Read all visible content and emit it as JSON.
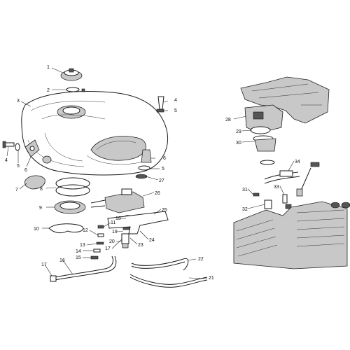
{
  "callouts": [
    {
      "id": "1",
      "text": "1"
    },
    {
      "id": "2",
      "text": "2"
    },
    {
      "id": "3",
      "text": "3"
    },
    {
      "id": "4a",
      "text": "4"
    },
    {
      "id": "5a",
      "text": "5"
    },
    {
      "id": "4b",
      "text": "4"
    },
    {
      "id": "5b",
      "text": "5"
    },
    {
      "id": "6a",
      "text": "6"
    },
    {
      "id": "6b",
      "text": "6"
    },
    {
      "id": "5c",
      "text": "5"
    },
    {
      "id": "7",
      "text": "7"
    },
    {
      "id": "8",
      "text": "8"
    },
    {
      "id": "9",
      "text": "9"
    },
    {
      "id": "10",
      "text": "10"
    },
    {
      "id": "11",
      "text": "11"
    },
    {
      "id": "12",
      "text": "12"
    },
    {
      "id": "13",
      "text": "13"
    },
    {
      "id": "14",
      "text": "14"
    },
    {
      "id": "15",
      "text": "15"
    },
    {
      "id": "16",
      "text": "16"
    },
    {
      "id": "17a",
      "text": "17"
    },
    {
      "id": "17b",
      "text": "17"
    },
    {
      "id": "18",
      "text": "18"
    },
    {
      "id": "19",
      "text": "19"
    },
    {
      "id": "20",
      "text": "20"
    },
    {
      "id": "21",
      "text": "21"
    },
    {
      "id": "22",
      "text": "22"
    },
    {
      "id": "23",
      "text": "23"
    },
    {
      "id": "24",
      "text": "24"
    },
    {
      "id": "25",
      "text": "25"
    },
    {
      "id": "26",
      "text": "26"
    },
    {
      "id": "27",
      "text": "27"
    },
    {
      "id": "28",
      "text": "28"
    },
    {
      "id": "29",
      "text": "29"
    },
    {
      "id": "30",
      "text": "30"
    },
    {
      "id": "31",
      "text": "31"
    },
    {
      "id": "32",
      "text": "32"
    },
    {
      "id": "33",
      "text": "33"
    },
    {
      "id": "34",
      "text": "34"
    }
  ]
}
